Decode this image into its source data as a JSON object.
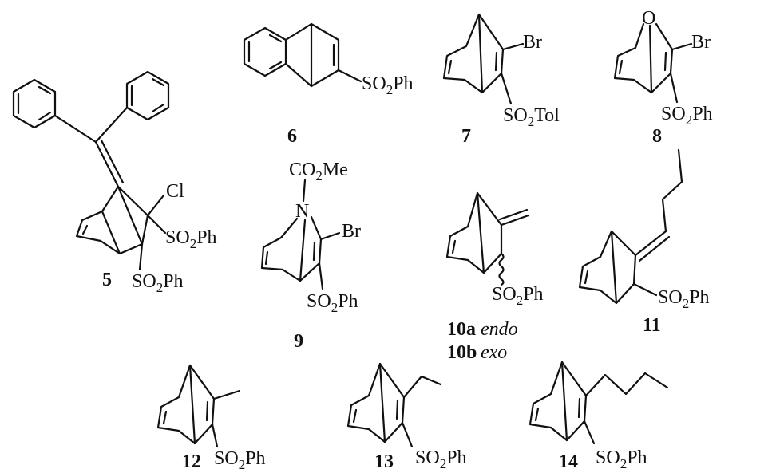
{
  "compounds": {
    "c5": {
      "number": "5",
      "sub1": "Cl",
      "sub2": "SO2Ph",
      "sub3": "SO2Ph"
    },
    "c6": {
      "number": "6",
      "sub1": "SO2Ph"
    },
    "c7": {
      "number": "7",
      "sub1": "Br",
      "sub2": "SO2Tol"
    },
    "c8": {
      "number": "8",
      "atom": "O",
      "sub1": "Br",
      "sub2": "SO2Ph"
    },
    "c9": {
      "number": "9",
      "atom": "N",
      "top": "CO2Me",
      "sub1": "Br",
      "sub2": "SO2Ph"
    },
    "c10": {
      "number_a": "10a",
      "label_a": "endo",
      "number_b": "10b",
      "label_b": "exo",
      "sub1": "SO2Ph"
    },
    "c11": {
      "number": "11",
      "sub1": "SO2Ph"
    },
    "c12": {
      "number": "12",
      "sub1": "SO2Ph"
    },
    "c13": {
      "number": "13",
      "sub1": "SO2Ph"
    },
    "c14": {
      "number": "14",
      "sub1": "SO2Ph"
    }
  }
}
